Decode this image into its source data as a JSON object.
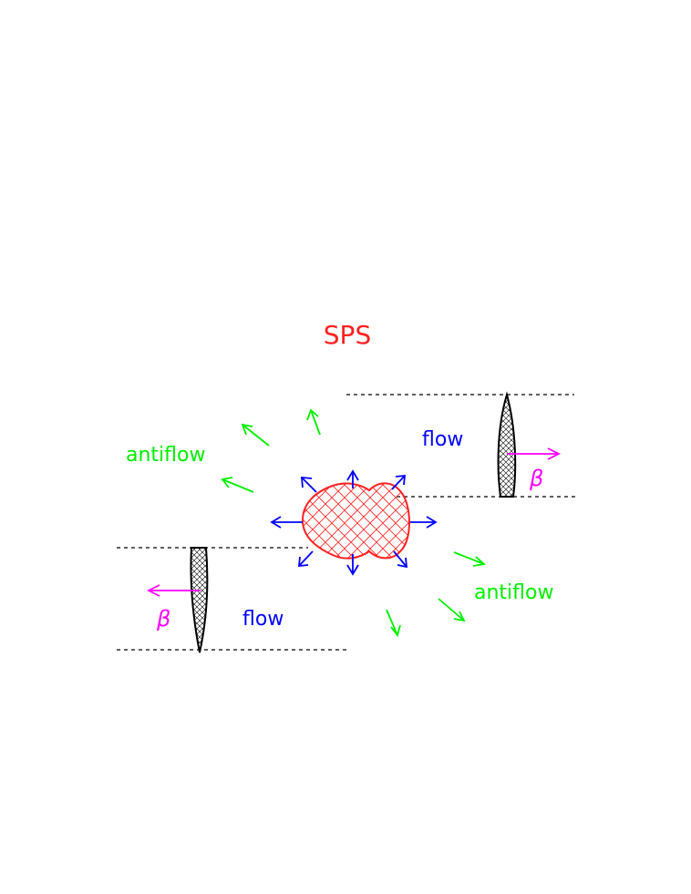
{
  "title": "SPS",
  "labels": {
    "flow_upper": "flow",
    "flow_lower": "flow",
    "antiflow_left": "antiflow",
    "antiflow_right": "antiflow",
    "beta_upper": "β",
    "beta_lower": "β"
  },
  "colors": {
    "title": "#ff2020",
    "fireball": "#ff2020",
    "flow": "#0000ff",
    "antiflow": "#00ee00",
    "beta": "#ff00ff",
    "nucleus": "#000000",
    "dashed": "#000000"
  }
}
